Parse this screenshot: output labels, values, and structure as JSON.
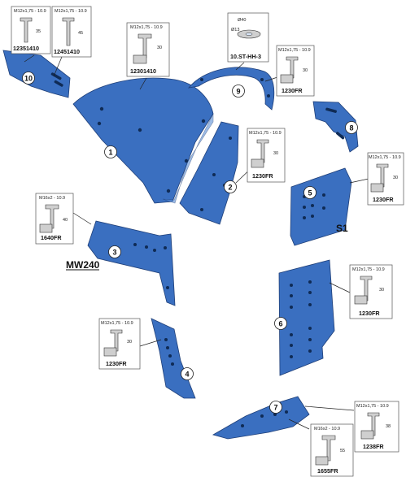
{
  "callouts": [
    "10",
    "1",
    "9",
    "8",
    "2",
    "5",
    "3",
    "6",
    "4",
    "7"
  ],
  "labels": {
    "s1": "S1",
    "mw240": "MW240"
  },
  "bolt_boxes": {
    "b12351410": {
      "spec": "M12x1,75 - 10.9",
      "code": "12351410",
      "dim": "35"
    },
    "b12451410": {
      "spec": "M12x1,75 - 10.9",
      "code": "12451410",
      "dim": "45"
    },
    "b12301410": {
      "spec": "M12x1,75 - 10.9",
      "code": "12301410",
      "dim": "30"
    },
    "b_st": {
      "spec": "Ø40",
      "spec2": "Ø13",
      "code": "10.ST-HH-3"
    },
    "b1230fr_9": {
      "spec": "M12x1,75 - 10.9",
      "code": "1230FR",
      "dim": "30"
    },
    "b1230fr_2": {
      "spec": "M12x1,75 - 10.9",
      "code": "1230FR",
      "dim": "30"
    },
    "b1230fr_5": {
      "spec": "M12x1,75 - 10.9",
      "code": "1230FR",
      "dim": "30"
    },
    "b1640fr": {
      "spec": "M16x2 - 10.9",
      "code": "1640FR",
      "dim": "40"
    },
    "b1230fr_6": {
      "spec": "M12x1,75 - 10.9",
      "code": "1230FR",
      "dim": "30"
    },
    "b1230fr_4": {
      "spec": "M12x1,75 - 10.9",
      "code": "1230FR",
      "dim": "30"
    },
    "b1238fr": {
      "spec": "M12x1,75 - 10.9",
      "code": "1238FR",
      "dim": "38"
    },
    "b1655fr": {
      "spec": "M16x2 - 10.9",
      "code": "1655FR",
      "dim": "55"
    }
  },
  "colors": {
    "part_blue": "#3a6fc0",
    "outline": "#1f3f78"
  }
}
